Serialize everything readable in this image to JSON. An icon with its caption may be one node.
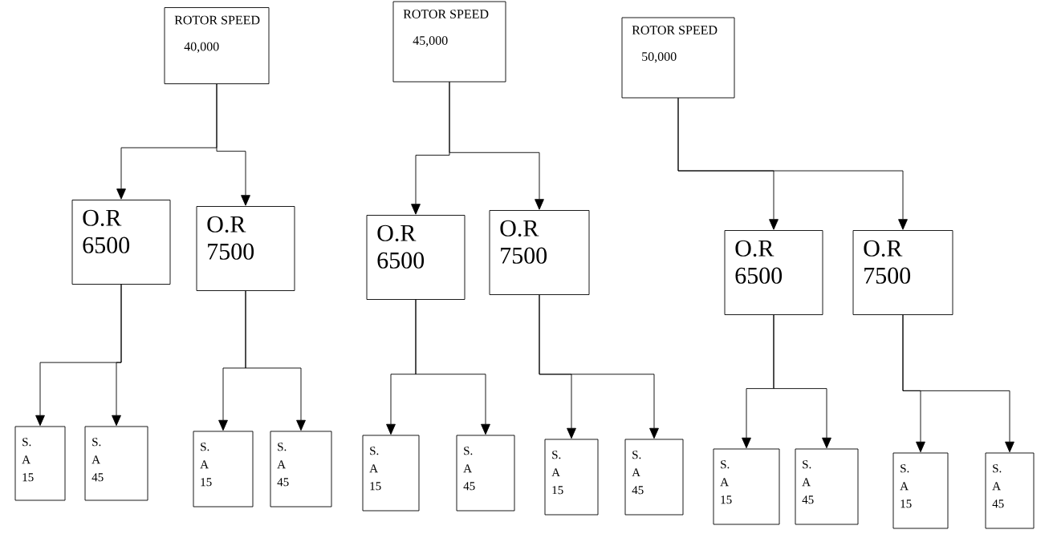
{
  "diagram": {
    "nodes": [
      {
        "text": [
          "ROTOR SPEED",
          "40,000"
        ]
      },
      {
        "text": [
          "ROTOR SPEED",
          "45,000"
        ]
      },
      {
        "text": [
          "ROTOR SPEED",
          "50,000"
        ]
      },
      {
        "text": [
          "O.R",
          "6500"
        ]
      },
      {
        "text": [
          "O.R",
          "7500"
        ]
      },
      {
        "text": [
          "O.R",
          "6500"
        ]
      },
      {
        "text": [
          "O.R",
          "7500"
        ]
      },
      {
        "text": [
          "O.R",
          "6500"
        ]
      },
      {
        "text": [
          "O.R",
          "7500"
        ]
      },
      {
        "text": [
          "S. A 15"
        ]
      },
      {
        "text": [
          "S. A 45"
        ]
      },
      {
        "text": [
          "S. A 15"
        ]
      },
      {
        "text": [
          "S. A 45"
        ]
      },
      {
        "text": [
          "S. A 15"
        ]
      },
      {
        "text": [
          "S. A 45"
        ]
      },
      {
        "text": [
          "S. A 15"
        ]
      },
      {
        "text": [
          "S. A 45"
        ]
      },
      {
        "text": [
          "S. A 15"
        ]
      },
      {
        "text": [
          "S. A 45"
        ]
      },
      {
        "text": [
          "S. A 15"
        ]
      },
      {
        "text": [
          "S. A 45"
        ]
      }
    ],
    "edges": [
      {
        "from": 0,
        "to": 3,
        "arrow": "to"
      },
      {
        "from": 0,
        "to": 4,
        "arrow": "to"
      },
      {
        "from": 1,
        "to": 5,
        "arrow": "to"
      },
      {
        "from": 1,
        "to": 6,
        "arrow": "to"
      },
      {
        "from": 2,
        "to": 7,
        "arrow": "to"
      },
      {
        "from": 2,
        "to": 8,
        "arrow": "to"
      },
      {
        "from": 3,
        "to": 9,
        "arrow": "to"
      },
      {
        "from": 3,
        "to": 10,
        "arrow": "to"
      },
      {
        "from": 4,
        "to": 11,
        "arrow": "to"
      },
      {
        "from": 4,
        "to": 12,
        "arrow": "to"
      },
      {
        "from": 5,
        "to": 13,
        "arrow": "to"
      },
      {
        "from": 5,
        "to": 14,
        "arrow": "to"
      },
      {
        "from": 6,
        "to": 15,
        "arrow": "to"
      },
      {
        "from": 6,
        "to": 16,
        "arrow": "to"
      },
      {
        "from": 7,
        "to": 17,
        "arrow": "to"
      },
      {
        "from": 7,
        "to": 18,
        "arrow": "to"
      },
      {
        "from": 8,
        "to": 19,
        "arrow": "to"
      },
      {
        "from": 8,
        "to": 20,
        "arrow": "to"
      }
    ]
  }
}
